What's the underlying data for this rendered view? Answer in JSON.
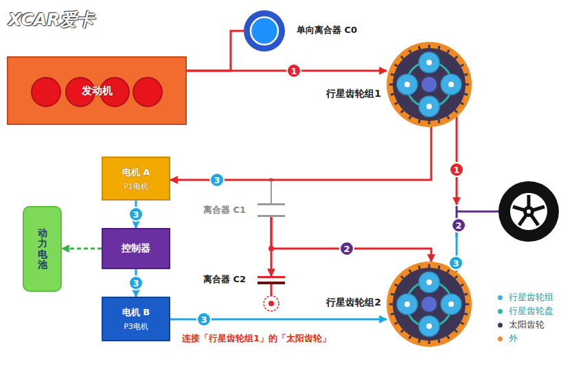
{
  "diagram": {
    "nodes": [
      {
        "text": [
          "发动机"
        ]
      },
      {
        "text": [
          "单向离合器 C0"
        ]
      },
      {
        "text": [
          "行星齿轮组1"
        ]
      },
      {
        "text": [
          "电机 A",
          "P1电机"
        ]
      },
      {
        "text": [
          "离合器 C1"
        ]
      },
      {
        "text": [
          "动力电池"
        ]
      },
      {
        "text": [
          "控制器"
        ]
      },
      {
        "text": [
          "离合器 C2"
        ]
      },
      {
        "text": [
          "电机 B",
          "P3电机"
        ]
      },
      {
        "text": [
          "行星齿轮组2"
        ]
      }
    ],
    "edges": [
      {
        "from": 0,
        "to": 2,
        "arrow": "to",
        "label": "1"
      },
      {
        "from": 2,
        "to": 3,
        "arrow": "to",
        "label": "3"
      },
      {
        "from": 3,
        "to": 6,
        "arrow": "to",
        "label": "3"
      },
      {
        "from": 6,
        "to": 5,
        "arrow": "to"
      },
      {
        "from": 6,
        "to": 8,
        "arrow": "to",
        "label": "3"
      },
      {
        "from": 8,
        "to": 9,
        "arrow": "to",
        "label": "3"
      },
      {
        "from": 4,
        "to": 9,
        "arrow": "to",
        "label": "2"
      },
      {
        "from": 4,
        "to": 7,
        "arrow": "to"
      },
      {
        "from": 0,
        "to": 1,
        "arrow": "none"
      }
    ],
    "labels": [
      "XCAR爱卡",
      "1",
      "2",
      "3",
      "连接「行星齿轮组1」的「太阳齿轮」"
    ],
    "legend": [
      {
        "text": "行星齿轮组",
        "color": "#3fb0e6"
      },
      {
        "text": "行星齿轮盘",
        "color": "#27b5a8"
      },
      {
        "text": "太阳齿轮",
        "color": "#3a3a5a"
      },
      {
        "text": "外",
        "color": "#f08a24"
      }
    ]
  }
}
